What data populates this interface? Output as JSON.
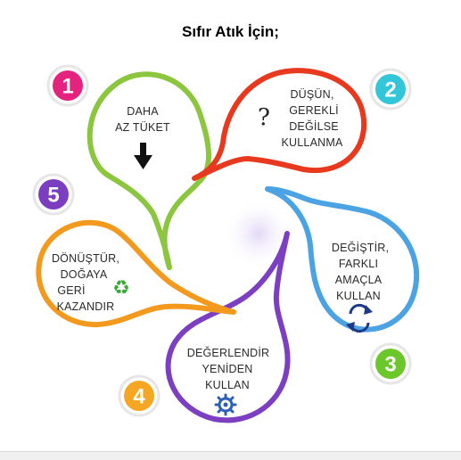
{
  "title": "Sıfır Atık İçin;",
  "colors": {
    "green": "#8cc63f",
    "red": "#e8391f",
    "blue": "#4ba3e3",
    "purple": "#7d3fc2",
    "orange": "#f39a1e",
    "pink": "#e5237f",
    "teal": "#32c6d9",
    "lime": "#6cc72b",
    "amber": "#f5a623",
    "violet": "#7b3ec0"
  },
  "steps": [
    {
      "number": "1",
      "lines": [
        "DAHA",
        "AZ TÜKET"
      ],
      "icon": "down-arrow-icon"
    },
    {
      "number": "2",
      "lines": [
        "DÜŞÜN,",
        "GEREKLİ",
        "DEĞİLSE",
        "KULLANMA"
      ],
      "icon": "question-mark-icon"
    },
    {
      "number": "3",
      "lines": [
        "DEĞİŞTİR,",
        "FARKLI",
        "AMAÇLA",
        "KULLAN"
      ],
      "icon": "cycle-arrows-icon"
    },
    {
      "number": "4",
      "lines": [
        "DEĞERLENDİR",
        "YENİDEN",
        "KULLAN"
      ],
      "icon": "gear-icon"
    },
    {
      "number": "5",
      "lines": [
        "DÖNÜŞTÜR,",
        "DOĞAYA",
        "GERİ",
        "KAZANDIR"
      ],
      "icon": "recycle-icon"
    }
  ]
}
